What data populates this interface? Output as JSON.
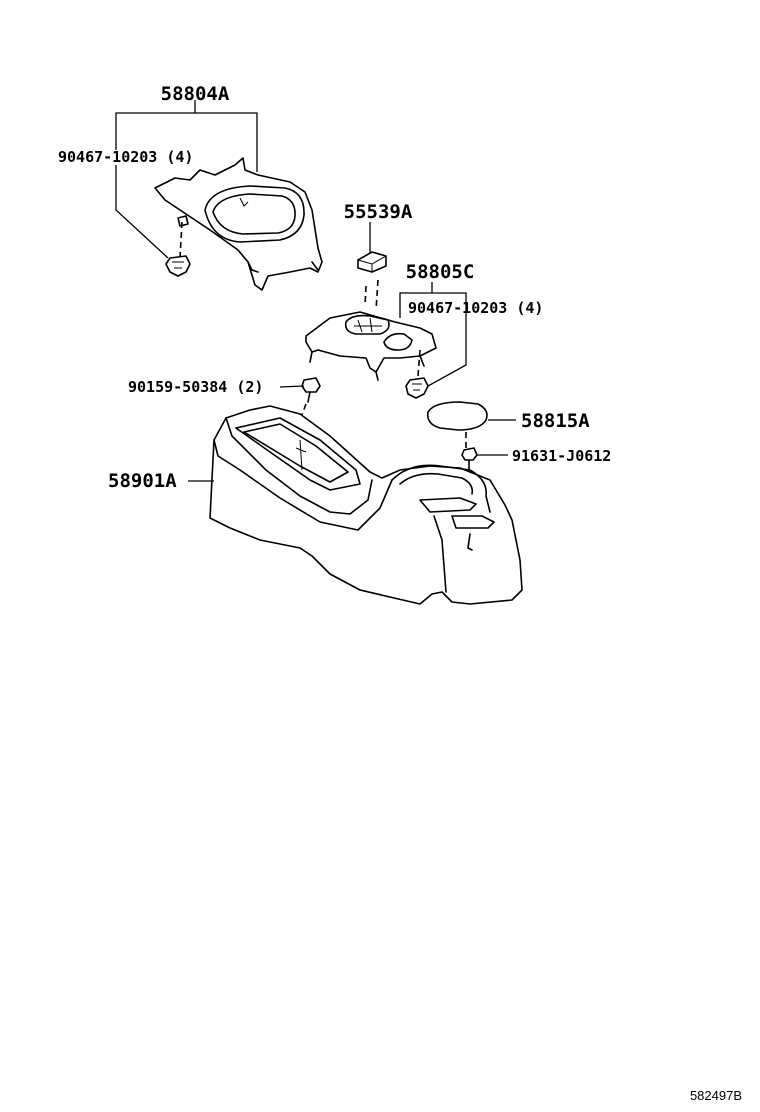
{
  "labels": {
    "upper_panel": "58804A",
    "clip_left": "90467-10203 (4)",
    "cap": "55539A",
    "shift_panel": "58805C",
    "clip_right": "90467-10203 (4)",
    "bolt": "90159-50384 (2)",
    "lid": "58815A",
    "screw": "91631-J0612",
    "console_box": "58901A"
  },
  "footer": {
    "diagram_code": "582497B"
  }
}
